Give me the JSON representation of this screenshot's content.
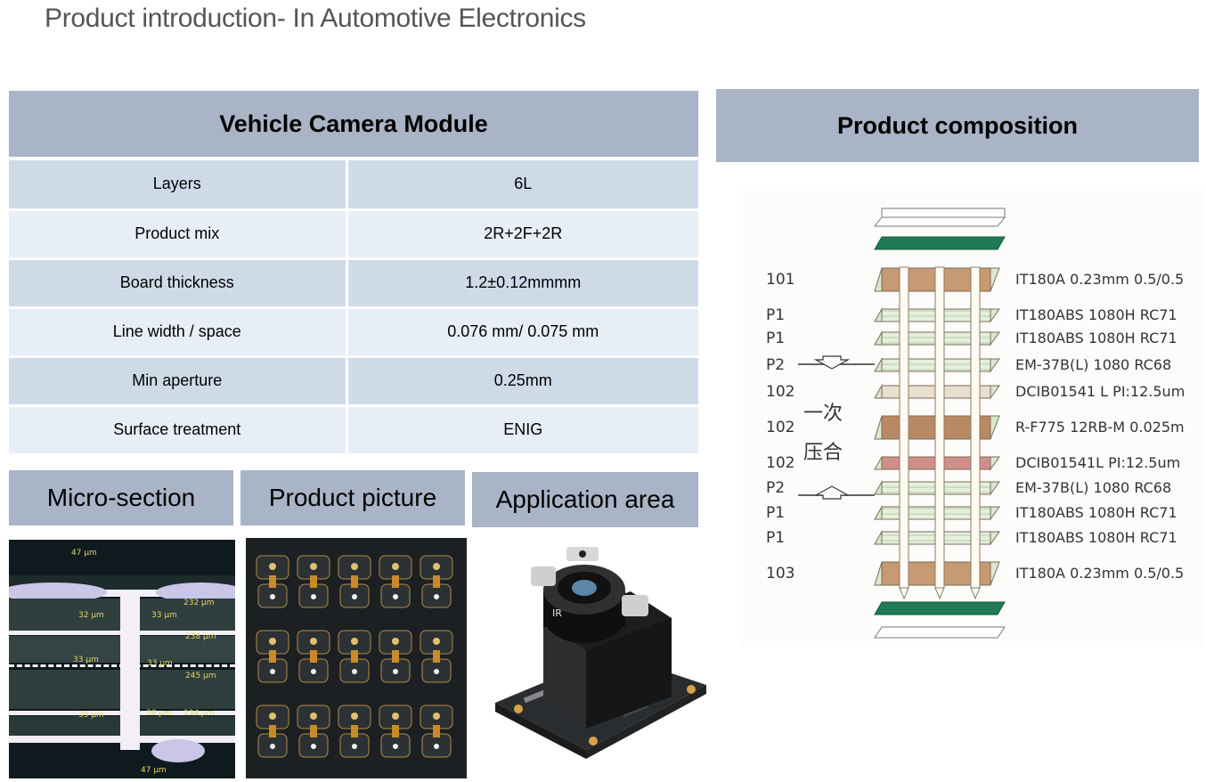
{
  "page": {
    "title": "Product introduction- In Automotive Electronics"
  },
  "module": {
    "header": "Vehicle Camera Module",
    "rows": [
      {
        "label": "Layers",
        "value": "6L"
      },
      {
        "label": "Product mix",
        "value": "2R+2F+2R"
      },
      {
        "label": "Board thickness",
        "value": "1.2±0.12mmmm"
      },
      {
        "label": "Line width / space",
        "value": "0.076 mm/ 0.075 mm"
      },
      {
        "label": "Min aperture",
        "value": "0.25mm"
      },
      {
        "label": "Surface treatment",
        "value": "ENIG"
      }
    ]
  },
  "sections": {
    "micro": "Micro-section",
    "picture": "Product picture",
    "application": "Application area",
    "composition": "Product composition"
  },
  "micro_labels": {
    "top": "47 µm",
    "bottom": "47 µm",
    "l1": "32 µm",
    "l2": "33 µm",
    "l3": "232 µm",
    "l4": "238 µm",
    "l5": "33 µm",
    "l6": "33 µm",
    "l7": "245 µm",
    "l8": "39 µm",
    "l9": "38 µm",
    "l10": "234 µm"
  },
  "camera": {
    "lens_mark": "IR"
  },
  "composition": {
    "layers": [
      {
        "code": "101",
        "material": "IT180A 0.23mm 0.5/0.5"
      },
      {
        "code": "P1",
        "material": "IT180ABS 1080H RC71"
      },
      {
        "code": "P1",
        "material": "IT180ABS 1080H RC71"
      },
      {
        "code": "P2",
        "material": "EM-37B(L) 1080 RC68"
      },
      {
        "code": "102",
        "material": "DCIB01541 L PI:12.5um"
      },
      {
        "code": "102",
        "material": "R-F775 12RB-M 0.025m"
      },
      {
        "code": "102",
        "material": "DCIB01541L PI:12.5um"
      },
      {
        "code": "P2",
        "material": "EM-37B(L) 1080 RC68"
      },
      {
        "code": "P1",
        "material": "IT180ABS 1080H RC71"
      },
      {
        "code": "P1",
        "material": "IT180ABS 1080H RC71"
      },
      {
        "code": "103",
        "material": "IT180A 0.23mm 0.5/0.5"
      }
    ],
    "note_line1": "一次",
    "note_line2": "压合"
  },
  "colors": {
    "header_bg": "#a9b4c6",
    "row_dark": "#cfdae9",
    "row_light": "#e8eef6",
    "solder_mask": "#1f7a55",
    "core_tan": "#c69a72"
  }
}
